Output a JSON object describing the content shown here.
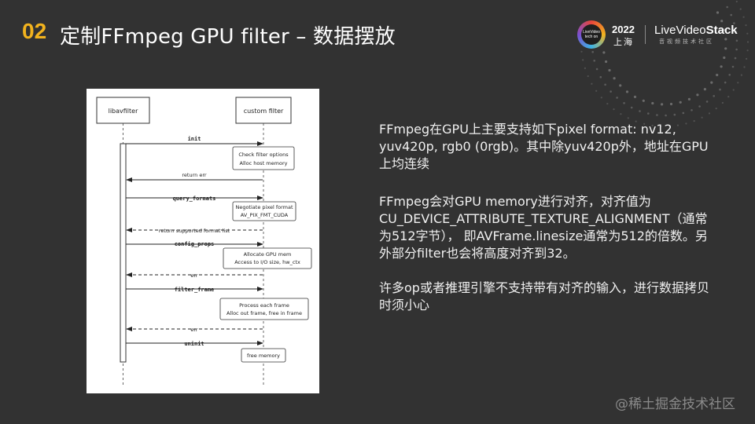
{
  "header": {
    "number": "02",
    "title": "定制FFmpeg GPU filter – 数据摆放"
  },
  "logo": {
    "badge_text": "LiveVideo tech on",
    "year": "2022",
    "city": "上海",
    "brand_prefix": "LiveVideo",
    "brand_bold": "Stack",
    "brand_sub": "音视频技术社区"
  },
  "diagram": {
    "participants": [
      "libavfilter",
      "custom filter"
    ],
    "messages": [
      {
        "label": "init",
        "dir": "right",
        "style": "solid",
        "mono": true
      },
      {
        "label": "return err",
        "dir": "left",
        "style": "solid",
        "mono": false
      },
      {
        "label": "query_formats",
        "dir": "right",
        "style": "solid",
        "mono": true
      },
      {
        "label": "return supported format list",
        "dir": "left",
        "style": "dashed",
        "mono": false
      },
      {
        "label": "config_props",
        "dir": "right",
        "style": "solid",
        "mono": true
      },
      {
        "label": "err",
        "dir": "left",
        "style": "dashed",
        "mono": false
      },
      {
        "label": "filter_frame",
        "dir": "right",
        "style": "solid",
        "mono": true
      },
      {
        "label": "err",
        "dir": "left",
        "style": "dashed",
        "mono": false
      },
      {
        "label": "uninit",
        "dir": "right",
        "style": "solid",
        "mono": true
      }
    ],
    "notes": [
      [
        "Check filter options",
        "Alloc host memory"
      ],
      [
        "Negotiate pixel format",
        "AV_PIX_FMT_CUDA"
      ],
      [
        "Allocate GPU mem",
        "Access to I/O size, hw_ctx"
      ],
      [
        "Process each frame",
        "Alloc out frame, free in frame"
      ],
      [
        "free memory"
      ]
    ]
  },
  "text": {
    "p1": "FFmpeg在GPU上主要支持如下pixel format: nv12, yuv420p, rgb0 (0rgb)。其中除yuv420p外，地址在GPU上均连续",
    "p2": "FFmpeg会对GPU memory进行对齐，对齐值为CU_DEVICE_ATTRIBUTE_TEXTURE_ALIGNMENT（通常为512字节）， 即AVFrame.linesize通常为512的倍数。另外部分filter也会将高度对齐到32。",
    "p3": "许多op或者推理引擎不支持带有对齐的输入，进行数据拷贝时须小心"
  },
  "watermark": "@稀土掘金技术社区",
  "colors": {
    "background": "#323232",
    "accent": "#f2b31e",
    "text": "#f0f0f0"
  }
}
